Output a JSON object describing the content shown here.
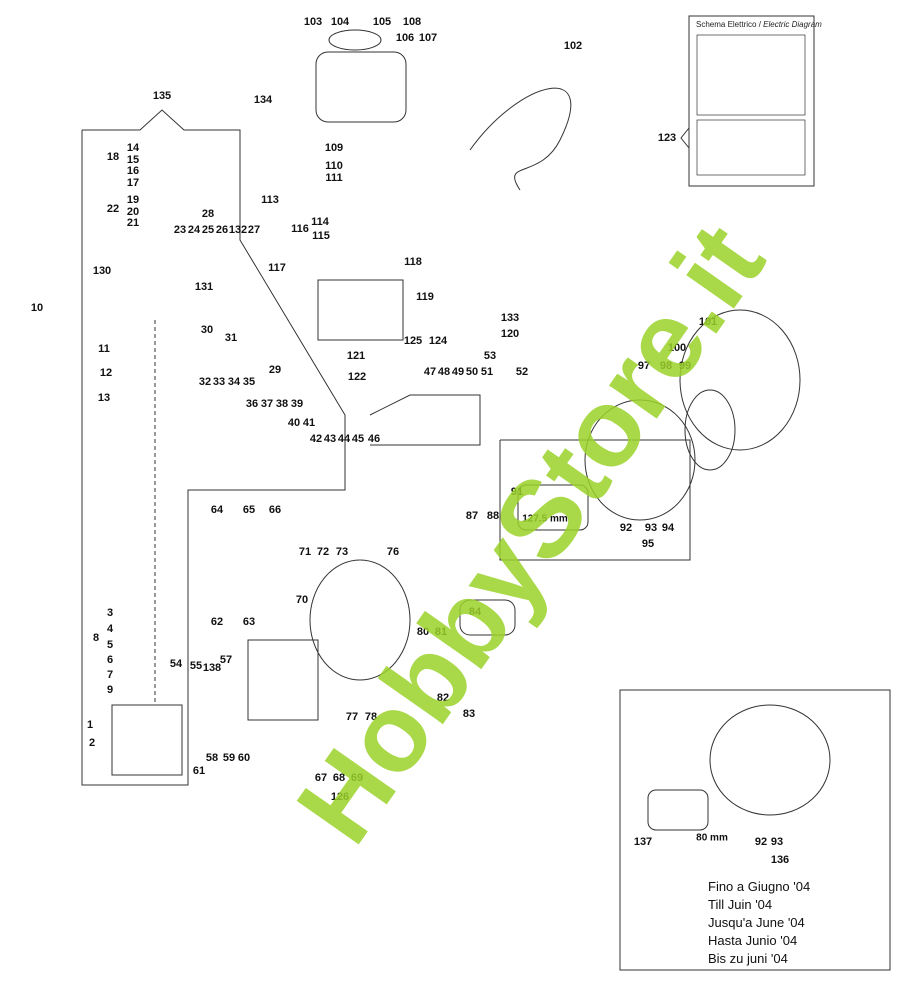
{
  "diagram": {
    "electric_diagram_title": "Schema Elettrico",
    "electric_diagram_title_en": "Electric Diagram",
    "measurements": [
      "127.5 mm",
      "80 mm"
    ],
    "date_notes": [
      "Fino a Giugno '04",
      "Till Juin '04",
      "Jusqu'a June '04",
      "Hasta Junio '04",
      "Bis zu juni '04"
    ],
    "watermark": "HobbyStore.it",
    "part_labels": [
      "103",
      "104",
      "105",
      "108",
      "106",
      "107",
      "102",
      "134",
      "135",
      "109",
      "110",
      "111",
      "18",
      "14",
      "15",
      "16",
      "17",
      "22",
      "19",
      "20",
      "21",
      "28",
      "23",
      "24",
      "25",
      "26",
      "132",
      "27",
      "113",
      "114",
      "116",
      "115",
      "117",
      "118",
      "119",
      "130",
      "131",
      "10",
      "30",
      "133",
      "120",
      "125",
      "124",
      "121",
      "53",
      "31",
      "11",
      "12",
      "13",
      "122",
      "32",
      "33",
      "34",
      "35",
      "29",
      "36",
      "37",
      "38",
      "39",
      "40",
      "41",
      "42",
      "43",
      "44",
      "45",
      "46",
      "47",
      "48",
      "49",
      "50",
      "51",
      "52",
      "100",
      "98",
      "99",
      "97",
      "101",
      "123",
      "91",
      "87",
      "88",
      "92",
      "93",
      "94",
      "95",
      "64",
      "65",
      "66",
      "71",
      "72",
      "73",
      "76",
      "70",
      "84",
      "80",
      "81",
      "62",
      "63",
      "54",
      "55",
      "138",
      "57",
      "8",
      "3",
      "4",
      "5",
      "6",
      "7",
      "9",
      "1",
      "2",
      "82",
      "83",
      "77",
      "78",
      "58",
      "59",
      "60",
      "61",
      "67",
      "68",
      "69",
      "126",
      "137",
      "92",
      "93",
      "136"
    ]
  }
}
